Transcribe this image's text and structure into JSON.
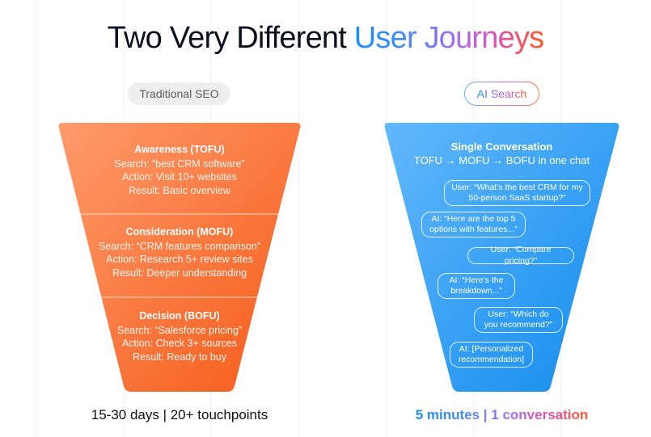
{
  "title": {
    "plain": "Two Very Different ",
    "highlight": "User Journeys"
  },
  "colors": {
    "traditional_funnel_top": "#ff9a6a",
    "traditional_funnel_bottom": "#f65e1c",
    "ai_funnel_top": "#5ab4fa",
    "ai_funnel_bottom": "#1890ef",
    "gradient_start": "#1a8cff",
    "gradient_mid": "#b462f0",
    "gradient_end": "#ff5a1f"
  },
  "traditional": {
    "label": "Traditional SEO",
    "stages": [
      {
        "title": "Awareness (TOFU)",
        "search": "Search: “best CRM software”",
        "action": "Action: Visit 10+ websites",
        "result": "Result: Basic overview"
      },
      {
        "title": "Consideration (MOFU)",
        "search": "Search: “CRM features comparison”",
        "action": "Action: Research 5+ review sites",
        "result": "Result: Deeper understanding"
      },
      {
        "title": "Decision (BOFU)",
        "search": "Search: “Salesforce pricing”",
        "action": "Action: Check 3+ sources",
        "result": "Result: Ready to buy"
      }
    ],
    "footer": "15-30 days | 20+ touchpoints"
  },
  "ai": {
    "label": "AI Search",
    "heading": "Single Conversation",
    "subheading": "TOFU → MOFU → BOFU in one chat",
    "messages": [
      {
        "speaker": "user",
        "text": "User: “What’s the best CRM for my 50-person SaaS startup?”"
      },
      {
        "speaker": "ai",
        "text": "AI: “Here are the top 5 options with features...”"
      },
      {
        "speaker": "user",
        "text": "User: “Compare pricing?”"
      },
      {
        "speaker": "ai",
        "text": "AI: “Here’s the breakdown...”"
      },
      {
        "speaker": "user",
        "text": "User: “Which do you recommend?”"
      },
      {
        "speaker": "ai",
        "text": "AI: [Personalized recommendation]"
      }
    ],
    "footer": "5 minutes | 1 conversation"
  }
}
